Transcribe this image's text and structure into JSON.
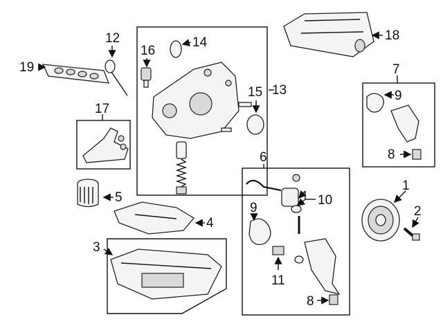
{
  "diagram": {
    "callouts": {
      "c1": "1",
      "c2": "2",
      "c3": "3",
      "c4": "4",
      "c5": "5",
      "c6": "6",
      "c7": "7",
      "c8a": "8",
      "c8b": "8",
      "c9a": "9",
      "c9b": "9",
      "c10": "10",
      "c11": "11",
      "c12": "12",
      "c13": "13",
      "c14": "14",
      "c15": "15",
      "c16": "16",
      "c17": "17",
      "c18": "18",
      "c19": "19"
    }
  }
}
